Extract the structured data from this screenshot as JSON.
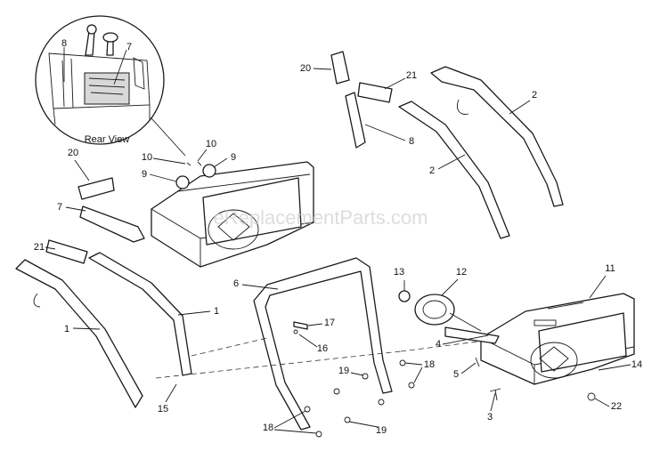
{
  "watermark": "eReplacementParts.com",
  "inset_caption": "Rear View",
  "callouts": {
    "c1a": "1",
    "c1b": "1",
    "c2a": "2",
    "c2b": "2",
    "c3": "3",
    "c4": "4",
    "c5": "5",
    "c6": "6",
    "c7a": "7",
    "c7b": "7",
    "c8a": "8",
    "c8b": "8",
    "c9a": "9",
    "c9b": "9",
    "c10a": "10",
    "c10b": "10",
    "c11": "11",
    "c12": "12",
    "c13": "13",
    "c14": "14",
    "c15": "15",
    "c16": "16",
    "c17": "17",
    "c18a": "18",
    "c18b": "18",
    "c19a": "19",
    "c19b": "19",
    "c20a": "20",
    "c20b": "20",
    "c21a": "21",
    "c21b": "21",
    "c22": "22"
  }
}
